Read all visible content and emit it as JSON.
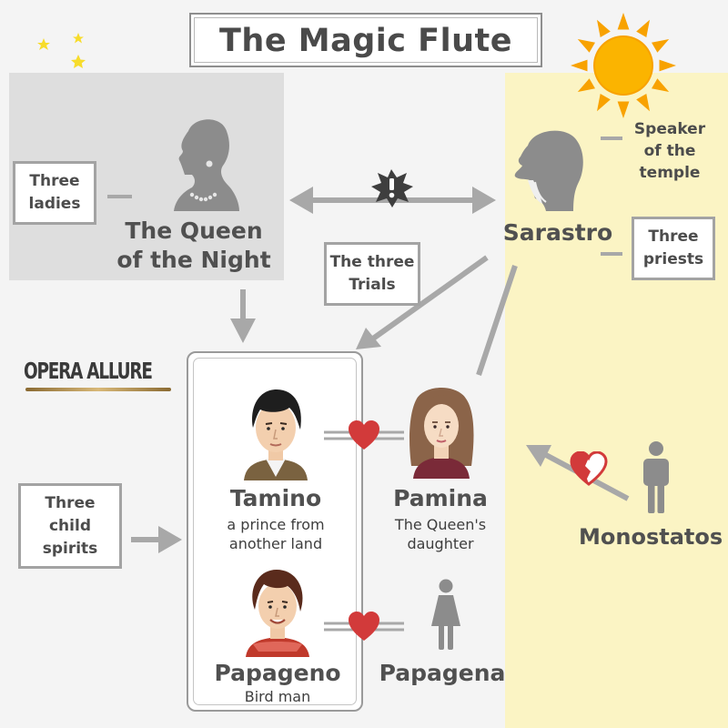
{
  "title": "The Magic Flute",
  "logo": "OPERA ALLURE",
  "characters": {
    "queen": {
      "name_line1": "The Queen",
      "name_line2": "of the Night"
    },
    "sarastro": {
      "name": "Sarastro"
    },
    "tamino": {
      "name": "Tamino",
      "desc_line1": "a prince from",
      "desc_line2": "another land"
    },
    "pamina": {
      "name": "Pamina",
      "desc_line1": "The Queen's",
      "desc_line2": "daughter"
    },
    "papageno": {
      "name": "Papageno",
      "desc": "Bird man"
    },
    "papagena": {
      "name": "Papagena"
    },
    "monostatos": {
      "name": "Monostatos"
    }
  },
  "groups": {
    "three_ladies": {
      "line1": "Three",
      "line2": "ladies"
    },
    "speaker": {
      "line1": "Speaker",
      "line2": "of the",
      "line3": "temple"
    },
    "three_priests": {
      "line1": "Three",
      "line2": "priests"
    },
    "three_trials": {
      "line1": "The three",
      "line2": "Trials"
    },
    "child_spirits": {
      "line1": "Three",
      "line2": "child",
      "line3": "spirits"
    }
  },
  "colors": {
    "night_panel": "#dedede",
    "day_panel": "#fbf4c4",
    "connector": "#a8a8a8",
    "heart": "#d23a3a",
    "moon": "#f7dc2b",
    "sun": "#f8a200",
    "silhouette": "#8c8c8c"
  },
  "icons": [
    "moon-icon",
    "star-icon",
    "sun-icon",
    "conflict-burst-icon",
    "heart-icon",
    "person-icon"
  ]
}
